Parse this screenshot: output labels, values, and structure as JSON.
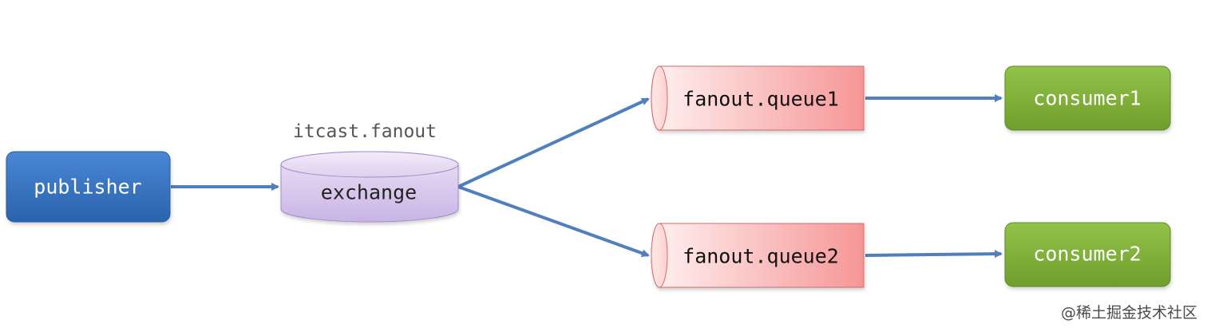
{
  "diagram": {
    "publisher": {
      "label": "publisher"
    },
    "exchange": {
      "name": "itcast.fanout",
      "label": "exchange"
    },
    "queues": [
      {
        "label": "fanout.queue1"
      },
      {
        "label": "fanout.queue2"
      }
    ],
    "consumers": [
      {
        "label": "consumer1"
      },
      {
        "label": "consumer2"
      }
    ],
    "watermark": "@稀土掘金技术社区"
  },
  "colors": {
    "publisher": "#3a75c4",
    "exchange": "#cdbbe6",
    "queue": "#f79b9b",
    "consumer": "#84b43c",
    "arrow": "#4f7fbd"
  }
}
